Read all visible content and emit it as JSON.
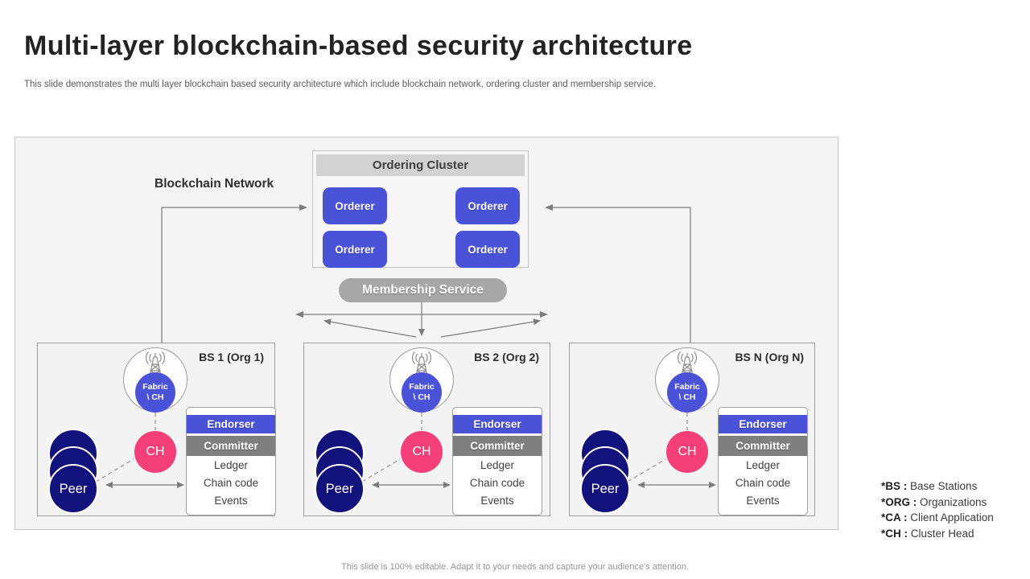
{
  "slide": {
    "title": "Multi-layer blockchain-based security architecture",
    "subtitle": "This slide demonstrates the multi layer blockchain based security architecture which include blockchain network, ordering cluster and membership service.",
    "footer": "This slide is 100% editable. Adapt it to your needs and capture your audience's attention."
  },
  "diagram": {
    "network_label": "Blockchain Network",
    "ordering_cluster": {
      "title": "Ordering Cluster",
      "orderers": [
        "Orderer",
        "Orderer",
        "Orderer",
        "Orderer"
      ]
    },
    "membership_service_label": "Membership Service",
    "stations": [
      {
        "label": "BS 1 (Org 1)",
        "fabric_line1": "Fabric",
        "fabric_line2": "\\ CH",
        "cluster_head_label": "CH",
        "peer_label": "Peer",
        "stack": [
          "Endorser",
          "Committer",
          "Ledger",
          "Chain code",
          "Events"
        ]
      },
      {
        "label": "BS 2 (Org 2)",
        "fabric_line1": "Fabric",
        "fabric_line2": "\\ CH",
        "cluster_head_label": "CH",
        "peer_label": "Peer",
        "stack": [
          "Endorser",
          "Committer",
          "Ledger",
          "Chain code",
          "Events"
        ]
      },
      {
        "label": "BS N (Org N)",
        "fabric_line1": "Fabric",
        "fabric_line2": "\\ CH",
        "cluster_head_label": "CH",
        "peer_label": "Peer",
        "stack": [
          "Endorser",
          "Committer",
          "Ledger",
          "Chain code",
          "Events"
        ]
      }
    ],
    "colors": {
      "accent_blue": "#4a52d8",
      "accent_pink": "#f43f79",
      "peer_navy": "#12127c",
      "service_gray": "#a7a7a7",
      "committer_gray": "#7f7f7f"
    }
  },
  "legend": {
    "items": [
      {
        "term": "*BS :",
        "definition": " Base Stations"
      },
      {
        "term": "*ORG :",
        "definition": " Organizations"
      },
      {
        "term": "*CA :",
        "definition": " Client Application"
      },
      {
        "term": "*CH :",
        "definition": " Cluster Head"
      }
    ]
  }
}
